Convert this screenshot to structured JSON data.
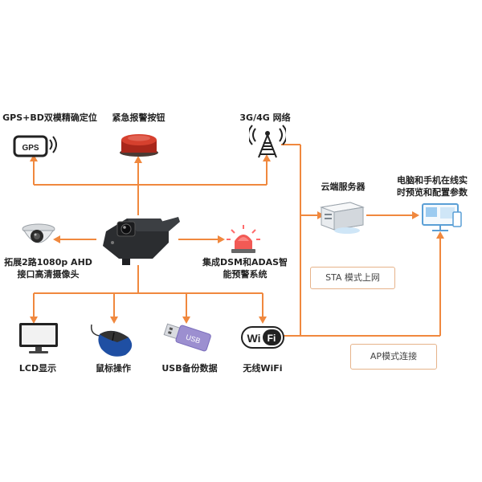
{
  "labels": {
    "gps": "GPS+BD双模精确定位",
    "panic": "紧急报警按钮",
    "network": "3G/4G 网络",
    "cloud": "云端服务器",
    "client_line1": "电脑和手机在线实",
    "client_line2": "时预览和配置参数",
    "camera_line1": "拓展2路1080p  AHD",
    "camera_line2": "接口高清摄像头",
    "dsm_line1": "集成DSM和ADAS智",
    "dsm_line2": "能预警系统",
    "lcd": "LCD显示",
    "mouse": "鼠标操作",
    "usb": "USB备份数据",
    "wifi": "无线WiFi",
    "sta": "STA 模式上网",
    "ap": "AP模式连接",
    "gps_icon_text": "GPS",
    "usb_icon_text": "USB",
    "wifi_icon_text": "Wi",
    "wifi_icon_text2": "Fi"
  },
  "colors": {
    "connector": "#f0883e",
    "tag_border": "#e6b38a"
  }
}
